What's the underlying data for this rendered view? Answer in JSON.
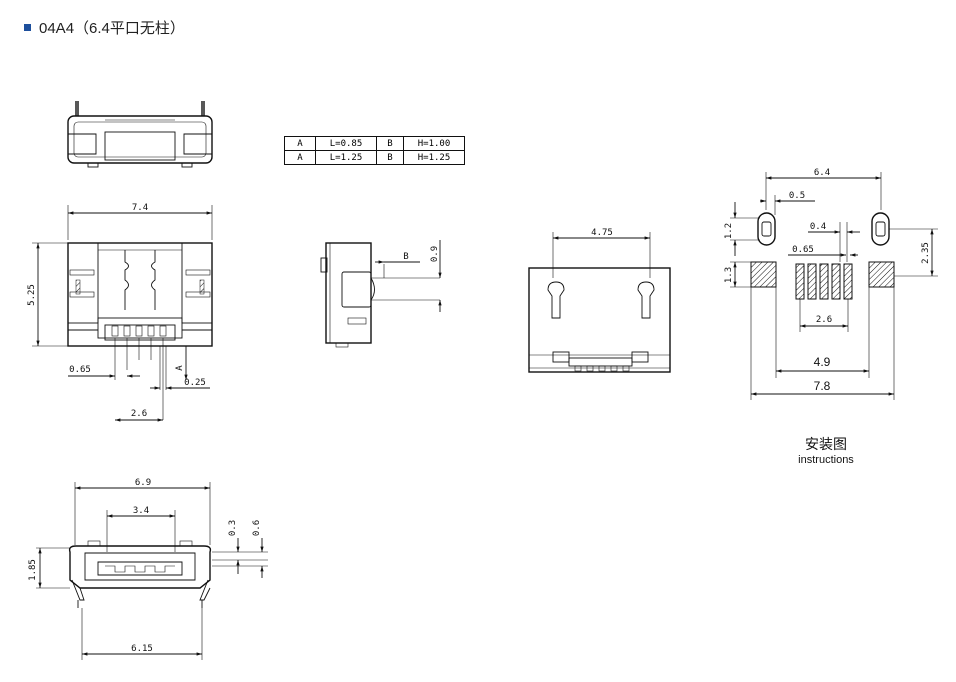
{
  "title": "04A4（6.4平口无柱）",
  "table": {
    "rows": [
      [
        "A",
        "L=0.85",
        "B",
        "H=1.00"
      ],
      [
        "A",
        "L=1.25",
        "B",
        "H=1.25"
      ]
    ]
  },
  "dims": {
    "d_7_4": "7.4",
    "d_5_25": "5.25",
    "d_0_65_a": "0.65",
    "d_2_6_a": "2.6",
    "d_0_25": "0.25",
    "d_A": "A",
    "d_B": "B",
    "d_0_9": "0.9",
    "d_4_75": "4.75",
    "d_6_9": "6.9",
    "d_3_4": "3.4",
    "d_0_3": "0.3",
    "d_0_6": "0.6",
    "d_1_85": "1.85",
    "d_6_15": "6.15",
    "d_6_4": "6.4",
    "d_0_5": "0.5",
    "d_0_4": "0.4",
    "d_0_65_b": "0.65",
    "d_1_2": "1.2",
    "d_1_3": "1.3",
    "d_2_35": "2.35",
    "d_2_6_b": "2.6",
    "d_4_9": "4.9",
    "d_7_8": "7.8"
  },
  "install": {
    "label_cn": "安装图",
    "label_en": "instructions"
  },
  "colors": {
    "accent": "#1d4f9c",
    "line": "#111111"
  }
}
